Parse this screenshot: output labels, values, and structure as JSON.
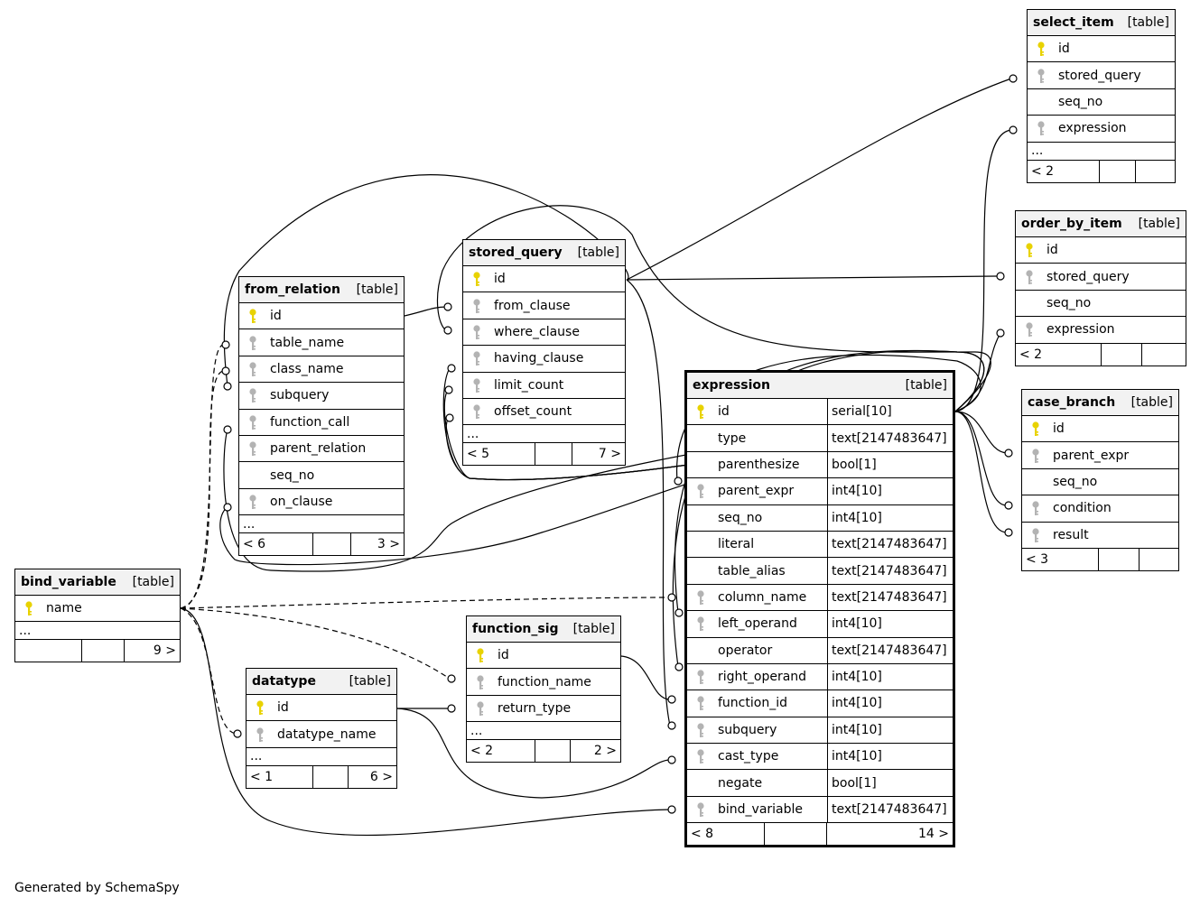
{
  "footer": "Generated by SchemaSpy",
  "tables": {
    "select_item": {
      "name": "select_item",
      "type": "[table]",
      "columns": [
        {
          "name": "id",
          "key": "pk"
        },
        {
          "name": "stored_query",
          "key": "fk"
        },
        {
          "name": "seq_no",
          "key": ""
        },
        {
          "name": "expression",
          "key": "fk"
        }
      ],
      "more": "...",
      "parents": "< 2",
      "children": ""
    },
    "order_by_item": {
      "name": "order_by_item",
      "type": "[table]",
      "columns": [
        {
          "name": "id",
          "key": "pk"
        },
        {
          "name": "stored_query",
          "key": "fk"
        },
        {
          "name": "seq_no",
          "key": ""
        },
        {
          "name": "expression",
          "key": "fk"
        }
      ],
      "more": "",
      "parents": "< 2",
      "children": ""
    },
    "case_branch": {
      "name": "case_branch",
      "type": "[table]",
      "columns": [
        {
          "name": "id",
          "key": "pk"
        },
        {
          "name": "parent_expr",
          "key": "fk"
        },
        {
          "name": "seq_no",
          "key": ""
        },
        {
          "name": "condition",
          "key": "fk"
        },
        {
          "name": "result",
          "key": "fk"
        }
      ],
      "more": "",
      "parents": "< 3",
      "children": ""
    },
    "stored_query": {
      "name": "stored_query",
      "type": "[table]",
      "columns": [
        {
          "name": "id",
          "key": "pk"
        },
        {
          "name": "from_clause",
          "key": "fk"
        },
        {
          "name": "where_clause",
          "key": "fk"
        },
        {
          "name": "having_clause",
          "key": "fk"
        },
        {
          "name": "limit_count",
          "key": "fk"
        },
        {
          "name": "offset_count",
          "key": "fk"
        }
      ],
      "more": "...",
      "parents": "< 5",
      "children": "7 >"
    },
    "from_relation": {
      "name": "from_relation",
      "type": "[table]",
      "columns": [
        {
          "name": "id",
          "key": "pk"
        },
        {
          "name": "table_name",
          "key": "fk"
        },
        {
          "name": "class_name",
          "key": "fk"
        },
        {
          "name": "subquery",
          "key": "fk"
        },
        {
          "name": "function_call",
          "key": "fk"
        },
        {
          "name": "parent_relation",
          "key": "fk"
        },
        {
          "name": "seq_no",
          "key": ""
        },
        {
          "name": "on_clause",
          "key": "fk"
        }
      ],
      "more": "...",
      "parents": "< 6",
      "children": "3 >"
    },
    "bind_variable": {
      "name": "bind_variable",
      "type": "[table]",
      "columns": [
        {
          "name": "name",
          "key": "pk"
        }
      ],
      "more": "...",
      "parents": "",
      "children": "9 >"
    },
    "datatype": {
      "name": "datatype",
      "type": "[table]",
      "columns": [
        {
          "name": "id",
          "key": "pk"
        },
        {
          "name": "datatype_name",
          "key": "fk"
        }
      ],
      "more": "...",
      "parents": "< 1",
      "children": "6 >"
    },
    "function_sig": {
      "name": "function_sig",
      "type": "[table]",
      "columns": [
        {
          "name": "id",
          "key": "pk"
        },
        {
          "name": "function_name",
          "key": "fk"
        },
        {
          "name": "return_type",
          "key": "fk"
        }
      ],
      "more": "...",
      "parents": "< 2",
      "children": "2 >"
    },
    "expression": {
      "name": "expression",
      "type": "[table]",
      "columns": [
        {
          "name": "id",
          "key": "pk",
          "datatype": "serial[10]"
        },
        {
          "name": "type",
          "key": "",
          "datatype": "text[2147483647]"
        },
        {
          "name": "parenthesize",
          "key": "",
          "datatype": "bool[1]"
        },
        {
          "name": "parent_expr",
          "key": "fk",
          "datatype": "int4[10]"
        },
        {
          "name": "seq_no",
          "key": "",
          "datatype": "int4[10]"
        },
        {
          "name": "literal",
          "key": "",
          "datatype": "text[2147483647]"
        },
        {
          "name": "table_alias",
          "key": "",
          "datatype": "text[2147483647]"
        },
        {
          "name": "column_name",
          "key": "fk",
          "datatype": "text[2147483647]"
        },
        {
          "name": "left_operand",
          "key": "fk",
          "datatype": "int4[10]"
        },
        {
          "name": "operator",
          "key": "",
          "datatype": "text[2147483647]"
        },
        {
          "name": "right_operand",
          "key": "fk",
          "datatype": "int4[10]"
        },
        {
          "name": "function_id",
          "key": "fk",
          "datatype": "int4[10]"
        },
        {
          "name": "subquery",
          "key": "fk",
          "datatype": "int4[10]"
        },
        {
          "name": "cast_type",
          "key": "fk",
          "datatype": "int4[10]"
        },
        {
          "name": "negate",
          "key": "",
          "datatype": "bool[1]"
        },
        {
          "name": "bind_variable",
          "key": "fk",
          "datatype": "text[2147483647]"
        }
      ],
      "more": "",
      "parents": "< 8",
      "children": "14 >"
    }
  },
  "colors": {
    "pk_key": "#e8d200",
    "fk_key": "#b3b3b3",
    "header_bg": "#f2f2f2"
  }
}
